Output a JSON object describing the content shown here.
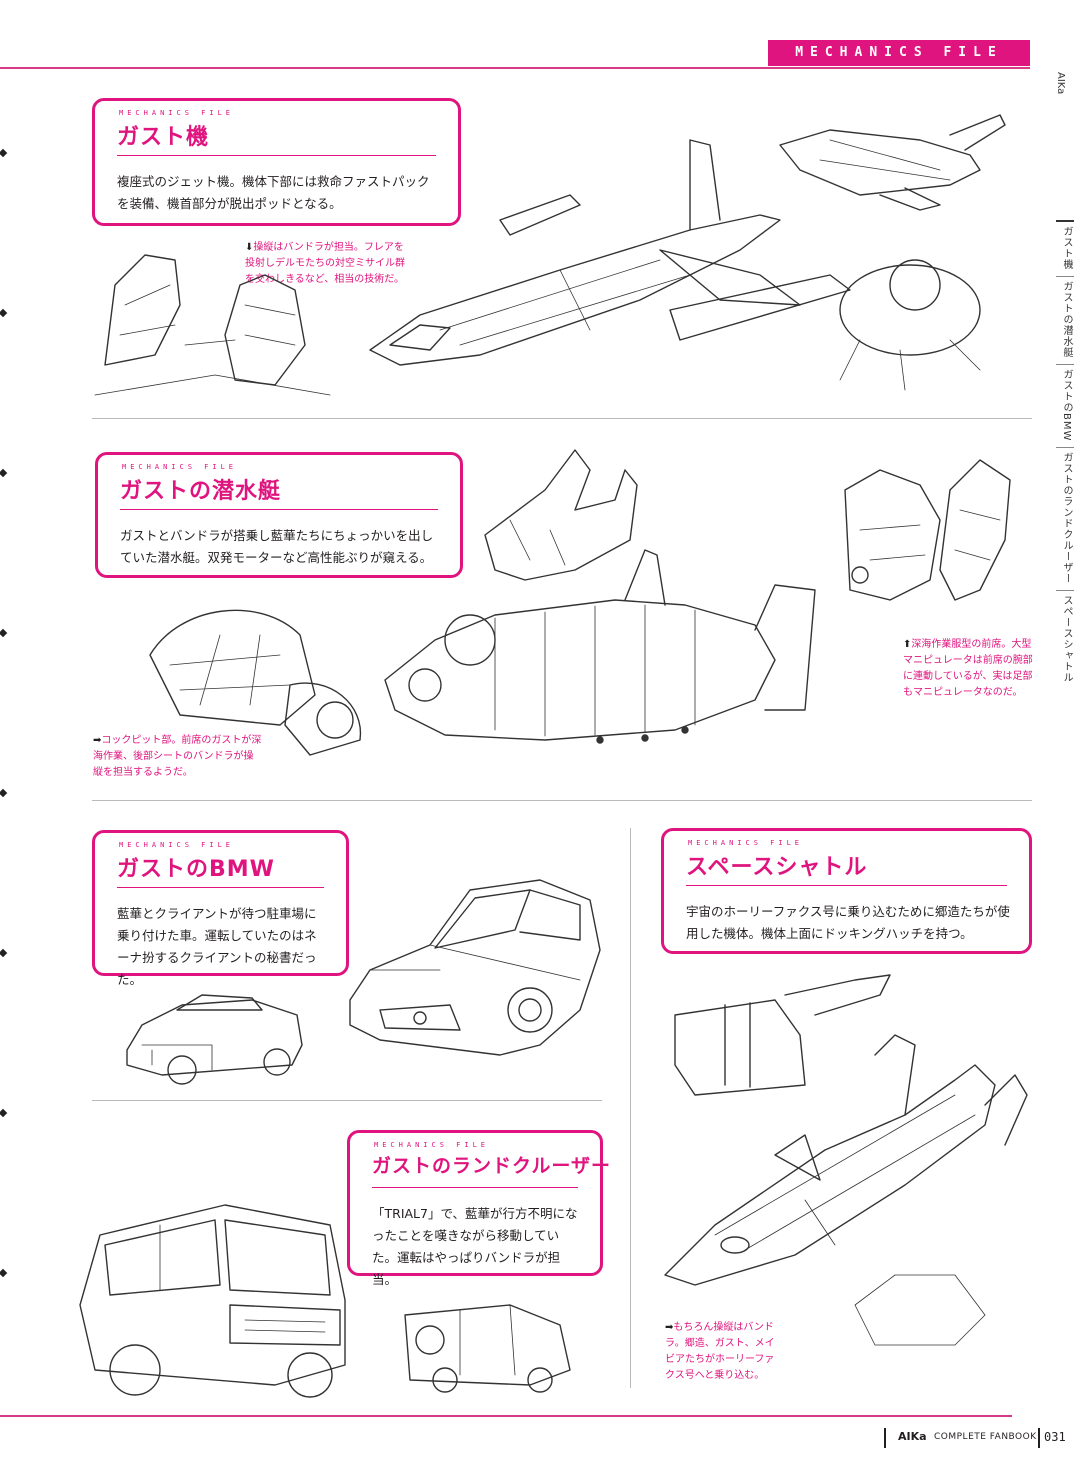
{
  "header": {
    "tag": "MECHANICS FILE",
    "edge_label": "AIKa"
  },
  "side_nav": [
    "ガスト機",
    "ガストの潜水艇",
    "ガストのBMW",
    "ガストのランドクルーザー",
    "スペースシャトル"
  ],
  "sections": [
    {
      "kicker": "MECHANICS FILE",
      "title": "ガスト機",
      "body": "複座式のジェット機。機体下部には救命ファストパックを装備、機首部分が脱出ポッドとなる。",
      "caption": "操縦はバンドラが担当。フレアを投射しデルモたちの対空ミサイル群を交わしきるなど、相当の技術だ。",
      "caption_arrow": "⬇"
    },
    {
      "kicker": "MECHANICS FILE",
      "title": "ガストの潜水艇",
      "body": "ガストとバンドラが搭乗し藍華たちにちょっかいを出していた潜水艇。双発モーターなど高性能ぶりが窺える。",
      "caption": "コックピット部。前席のガストが深海作業、後部シートのバンドラが操縦を担当するようだ。",
      "caption_arrow": "➡",
      "caption2": "深海作業服型の前席。大型マニピュレータは前席の腕部に連動しているが、実は足部もマニピュレータなのだ。",
      "caption2_arrow": "⬆"
    },
    {
      "kicker": "MECHANICS FILE",
      "title": "ガストのBMW",
      "body": "藍華とクライアントが待つ駐車場に乗り付けた車。運転していたのはネーナ扮するクライアントの秘書だった。"
    },
    {
      "kicker": "MECHANICS FILE",
      "title": "スペースシャトル",
      "body": "宇宙のホーリーファクス号に乗り込むために郷造たちが使用した機体。機体上面にドッキングハッチを持つ。",
      "caption": "もちろん操縦はバンドラ。郷造、ガスト、メイビアたちがホーリーファクス号へと乗り込む。",
      "caption_arrow": "➡"
    },
    {
      "kicker": "MECHANICS FILE",
      "title": "ガストのランドクルーザー",
      "body": "「TRIAL7」で、藍華が行方不明になったことを嘆きながら移動していた。運転はやっぱりバンドラが担当。"
    }
  ],
  "footer": {
    "brand": "AIKa",
    "title": "COMPLETE FANBOOK",
    "page": "031"
  },
  "colors": {
    "accent": "#e0147f",
    "ink": "#231f20"
  }
}
